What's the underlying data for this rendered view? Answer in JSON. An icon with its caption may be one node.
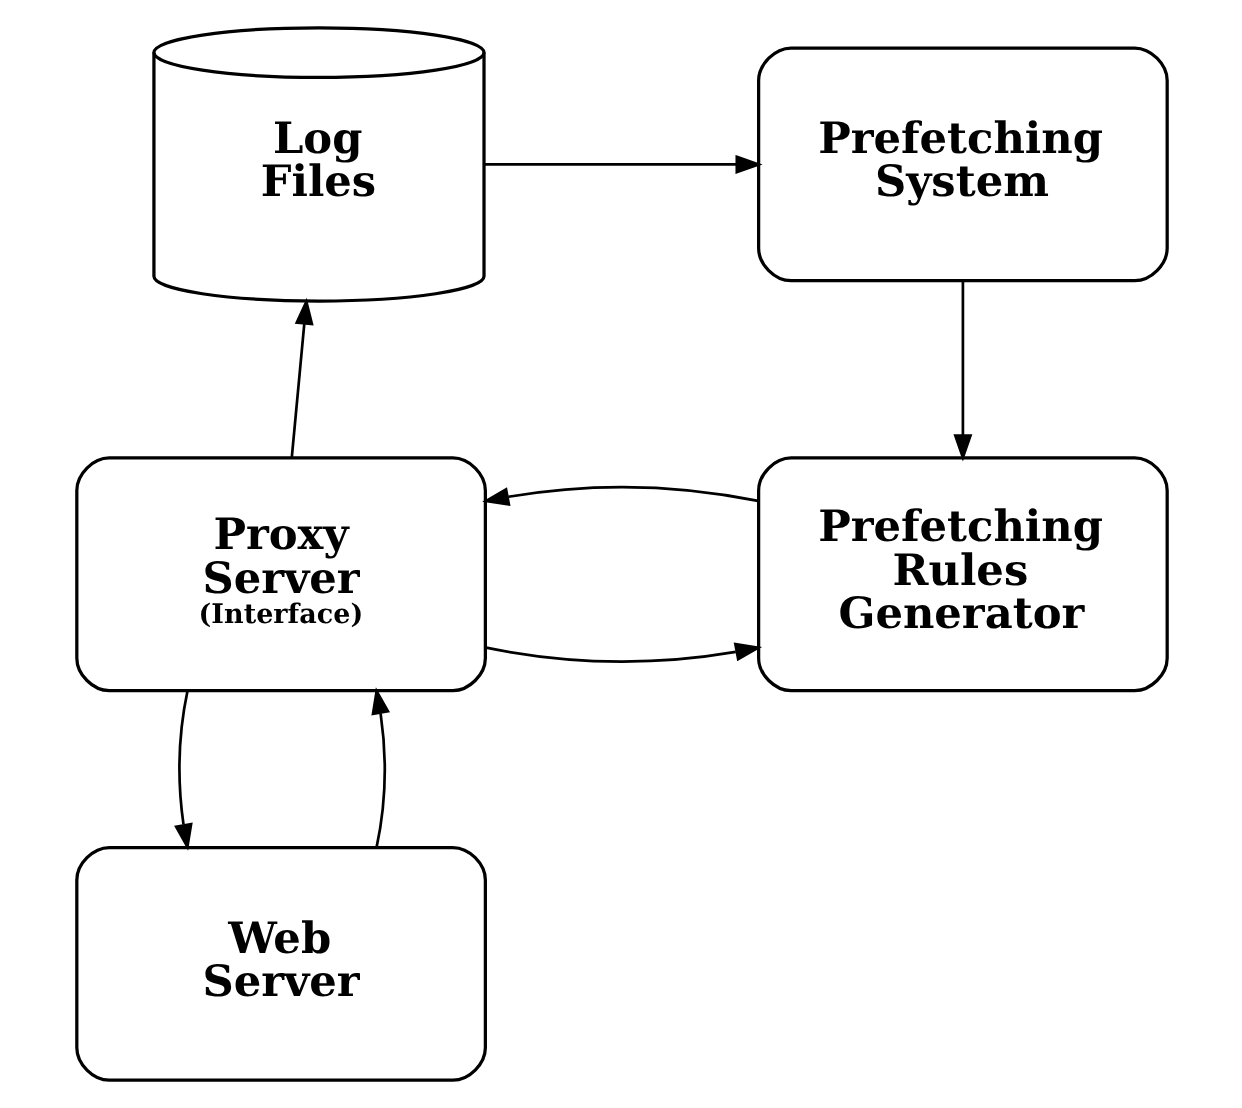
{
  "diagram": {
    "nodes": [
      {
        "text": [
          "Log Files"
        ]
      },
      {
        "text": [
          "Prefetching System"
        ]
      },
      {
        "text": [
          "Proxy Server",
          "(Interface)"
        ]
      },
      {
        "text": [
          "Prefetching Rules Generator"
        ]
      },
      {
        "text": [
          "Web Server"
        ]
      }
    ],
    "edges": [
      {
        "from": 0,
        "to": 1,
        "arrow": "to"
      },
      {
        "from": 1,
        "to": 3,
        "arrow": "to"
      },
      {
        "from": 2,
        "to": 3,
        "arrow": "to"
      },
      {
        "from": 3,
        "to": 2,
        "arrow": "to"
      },
      {
        "from": 2,
        "to": 0,
        "arrow": "to"
      },
      {
        "from": 4,
        "to": 2,
        "arrow": "to"
      },
      {
        "from": 2,
        "to": 4,
        "arrow": "to"
      }
    ]
  }
}
